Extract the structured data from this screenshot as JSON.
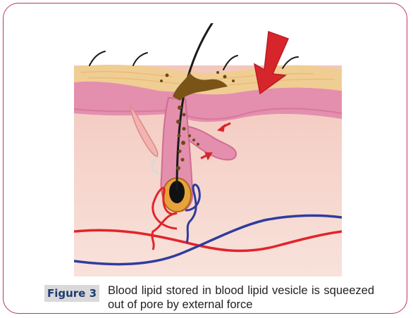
{
  "figure": {
    "label": "Figure 3",
    "caption": "Blood lipid stored in blood lipid vesicle is squeezed out of pore by external force"
  },
  "colors": {
    "frame_border": "#c0306a",
    "label_bg": "#d9d9d9",
    "label_text": "#1f3b73",
    "skin_surface": "#f0cd92",
    "epidermis": "#e48fae",
    "dermis": "#f6d6cc",
    "artery": "#e2242b",
    "vein": "#2f3c9e",
    "arrow": "#d7262b",
    "lipid": "#6b4a16",
    "hair": "#1a1a1a"
  },
  "icons": {
    "large_arrow": "down-left-arrow",
    "small_arrows": "inward-pressure-arrows"
  }
}
